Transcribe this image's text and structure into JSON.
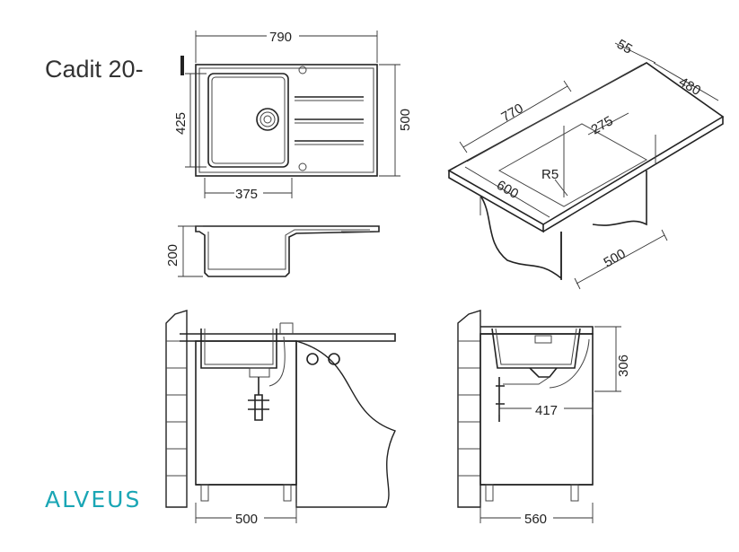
{
  "title": "Cadit 20-",
  "brand": "ALVEUS",
  "brand_color": "#1aa6b5",
  "dimensions": {
    "top_width": "790",
    "top_depth": "500",
    "bowl_depth": "425",
    "bowl_width": "375",
    "bowl_height": "200",
    "iso_length": "770",
    "iso_rim": "55",
    "iso_drainer": "480",
    "iso_bowl_inner": "275",
    "iso_radius": "R5",
    "iso_width": "600",
    "iso_cabinet": "500",
    "front_cabinet": "500",
    "side_height": "306",
    "side_drain": "417",
    "side_cabinet": "560"
  }
}
